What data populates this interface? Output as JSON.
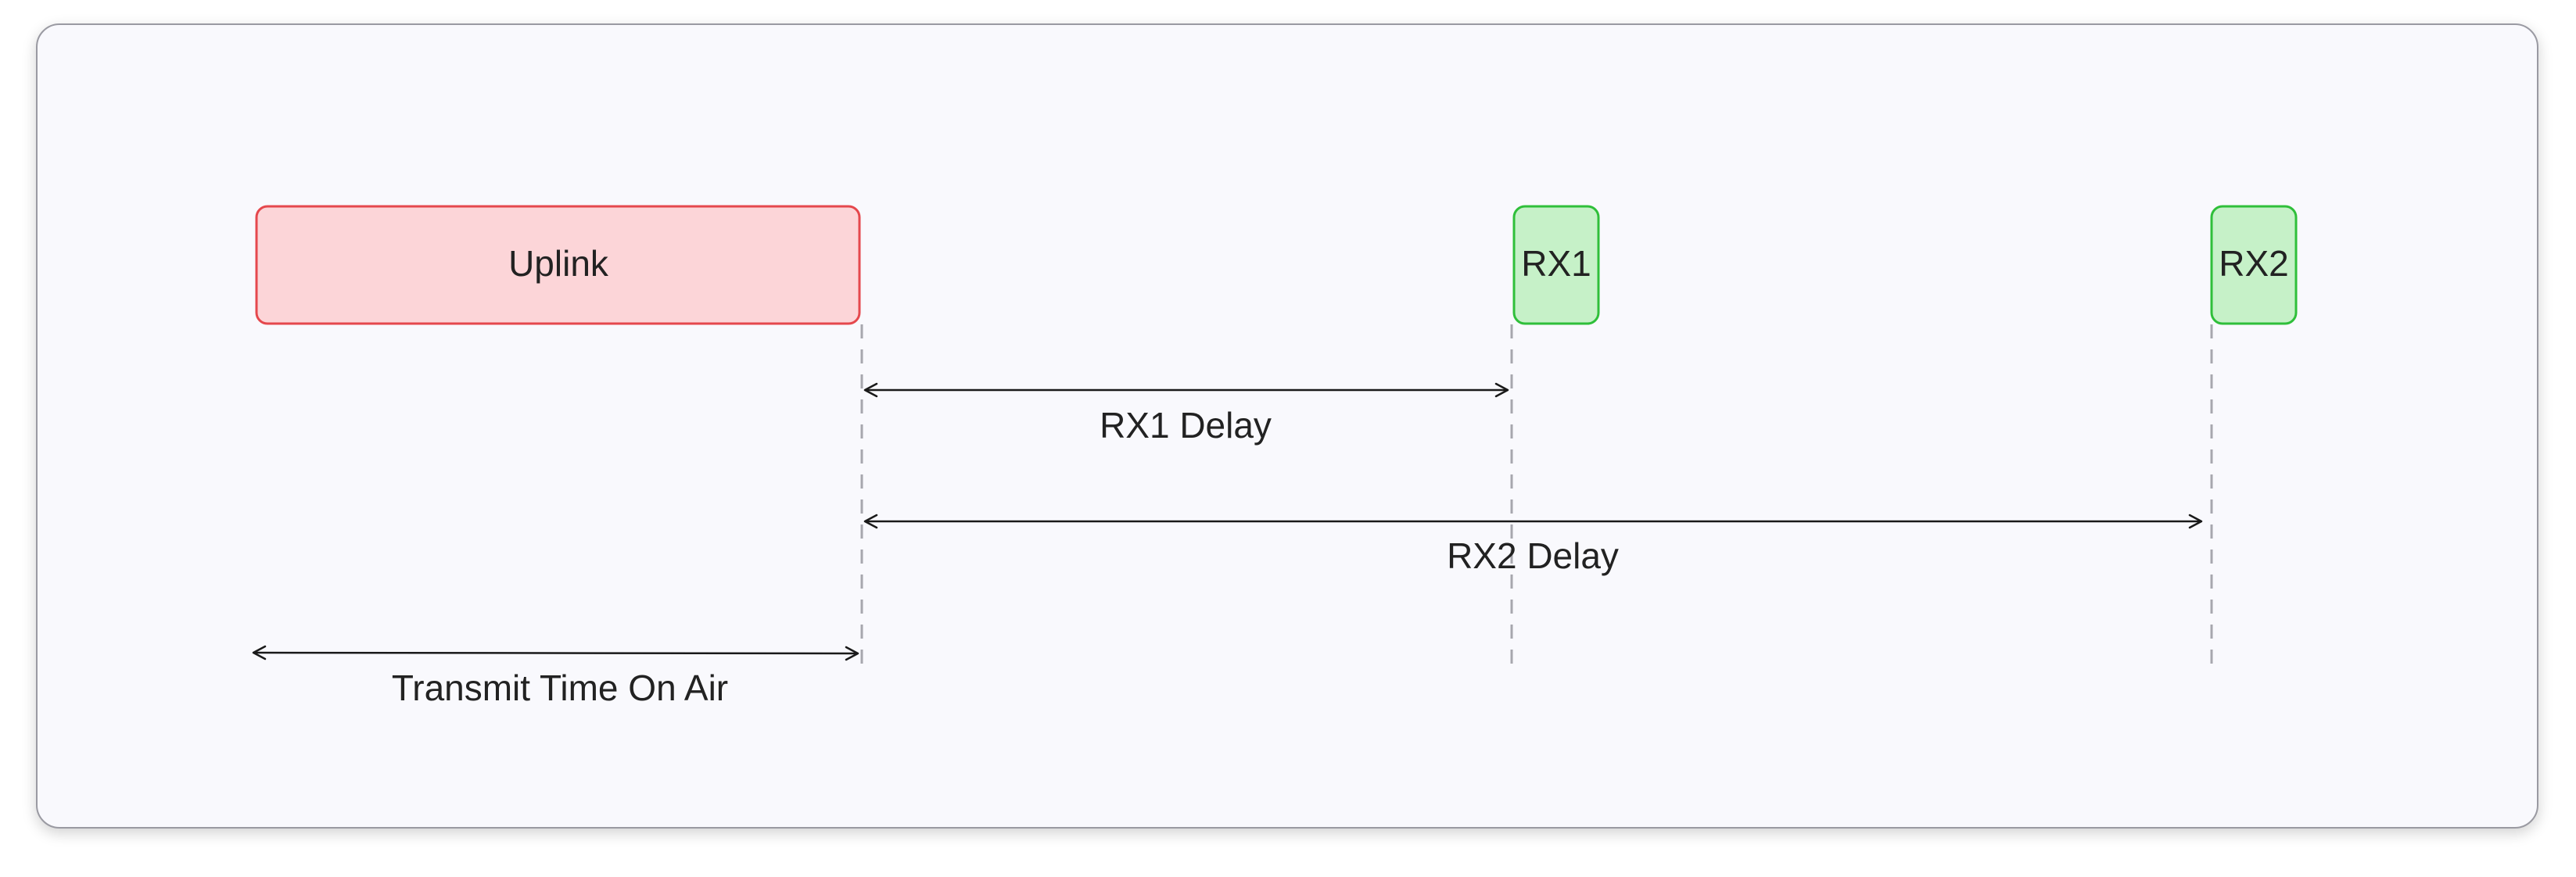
{
  "blocks": {
    "uplink": "Uplink",
    "rx1": "RX1",
    "rx2": "RX2"
  },
  "intervals": {
    "rx1_delay": "RX1 Delay",
    "rx2_delay": "RX2 Delay",
    "transmit_time": "Transmit Time On Air"
  },
  "colors": {
    "uplink_fill": "#fcd5d8",
    "uplink_stroke": "#e5484d",
    "rx_fill": "#c6f1c8",
    "rx_stroke": "#2fbf3a",
    "arrow": "#1a1a1a",
    "guide": "#a7a7ae"
  }
}
